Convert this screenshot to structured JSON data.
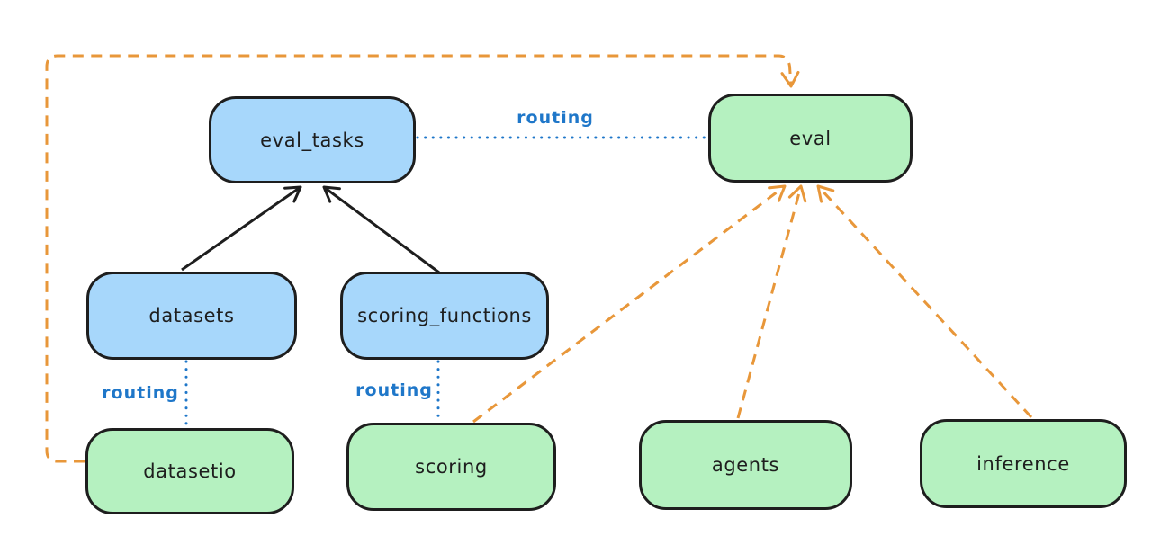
{
  "diagram": {
    "type": "flowchart",
    "colors": {
      "blue_fill": "#a7d7fb",
      "green_fill": "#b5f1c0",
      "stroke": "#1e1e1e",
      "routing_blue": "#1f77c9",
      "orange": "#e8973a",
      "background": "#ffffff"
    },
    "nodes": [
      {
        "id": "eval_tasks",
        "label": "eval_tasks",
        "fill": "blue"
      },
      {
        "id": "eval",
        "label": "eval",
        "fill": "green"
      },
      {
        "id": "datasets",
        "label": "datasets",
        "fill": "blue"
      },
      {
        "id": "scoring_functions",
        "label": "scoring_functions",
        "fill": "blue"
      },
      {
        "id": "datasetio",
        "label": "datasetio",
        "fill": "green"
      },
      {
        "id": "scoring",
        "label": "scoring",
        "fill": "green"
      },
      {
        "id": "agents",
        "label": "agents",
        "fill": "green"
      },
      {
        "id": "inference",
        "label": "inference",
        "fill": "green"
      }
    ],
    "edges": [
      {
        "from": "datasets",
        "to": "eval_tasks",
        "style": "solid",
        "color": "black",
        "arrow": true
      },
      {
        "from": "scoring_functions",
        "to": "eval_tasks",
        "style": "solid",
        "color": "black",
        "arrow": true
      },
      {
        "from": "eval_tasks",
        "to": "eval",
        "style": "dotted",
        "color": "blue",
        "label": "routing",
        "arrow": false
      },
      {
        "from": "datasets",
        "to": "datasetio",
        "style": "dotted",
        "color": "blue",
        "label": "routing",
        "arrow": false
      },
      {
        "from": "scoring_functions",
        "to": "scoring",
        "style": "dotted",
        "color": "blue",
        "label": "routing",
        "arrow": false
      },
      {
        "from": "datasetio",
        "to": "eval",
        "style": "dashed",
        "color": "orange",
        "arrow": true
      },
      {
        "from": "scoring",
        "to": "eval",
        "style": "dashed",
        "color": "orange",
        "arrow": true
      },
      {
        "from": "agents",
        "to": "eval",
        "style": "dashed",
        "color": "orange",
        "arrow": true
      },
      {
        "from": "inference",
        "to": "eval",
        "style": "dashed",
        "color": "orange",
        "arrow": true
      }
    ]
  }
}
